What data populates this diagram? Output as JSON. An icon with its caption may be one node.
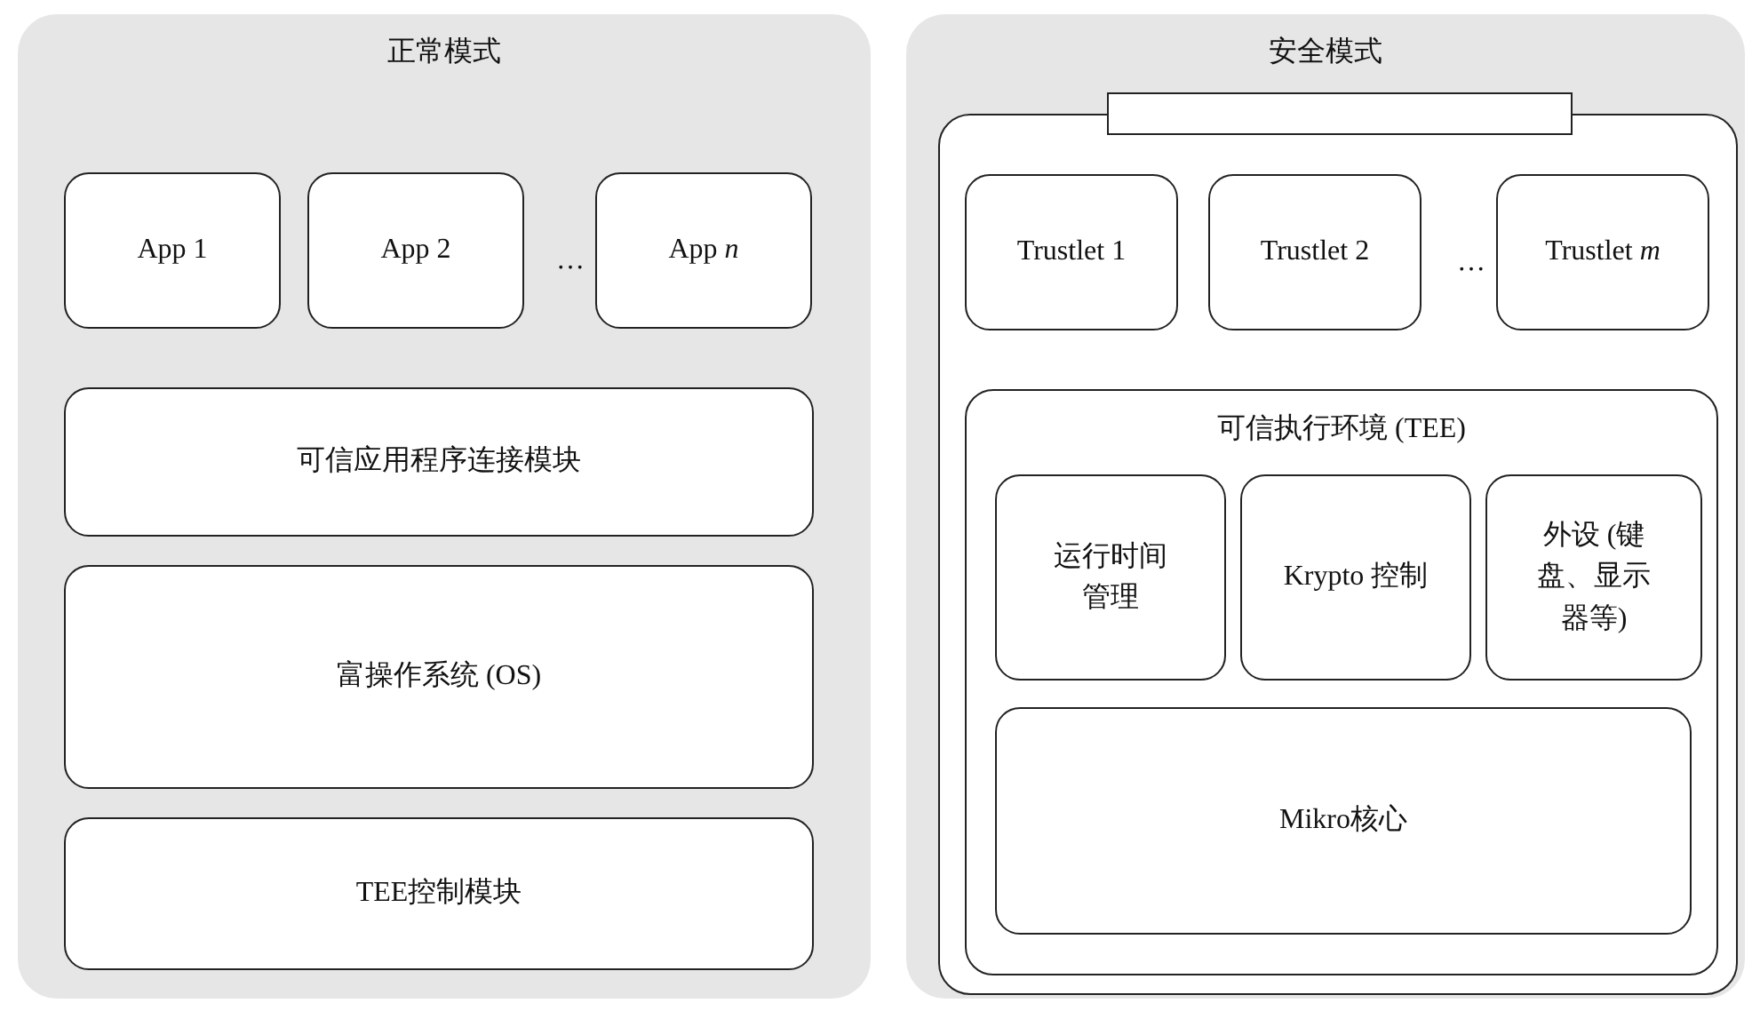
{
  "diagram": {
    "nodes": [
      {
        "text": [
          "正常模式"
        ]
      },
      {
        "text": [
          "App 1"
        ],
        "in": 0
      },
      {
        "text": [
          "App 2"
        ],
        "in": 0
      },
      {
        "text": [
          "App *n*"
        ],
        "in": 0
      },
      {
        "text": [
          "可信应用程序连接模块"
        ],
        "in": 0
      },
      {
        "text": [
          "富操作系统 (OS)"
        ],
        "in": 0
      },
      {
        "text": [
          "TEE控制模块"
        ],
        "in": 0
      },
      {
        "text": [
          "安全模式"
        ]
      },
      {
        "text": [],
        "shape": "box",
        "in": 7
      },
      {
        "text": [],
        "shape": "box",
        "in": 7
      },
      {
        "text": [
          "Trustlet 1"
        ],
        "in": 9
      },
      {
        "text": [
          "Trustlet 2"
        ],
        "in": 9
      },
      {
        "text": [
          "Trustlet *m*"
        ],
        "in": 9
      },
      {
        "text": [
          "可信执行环境 (TEE)"
        ],
        "in": 9
      },
      {
        "text": [
          "运行时间管理"
        ],
        "in": 13
      },
      {
        "text": [
          "Krypto 控制"
        ],
        "in": 13
      },
      {
        "text": [
          "外设 (键盘、显示器等)"
        ],
        "in": 13
      },
      {
        "text": [
          "Mikro核心"
        ],
        "in": 13
      }
    ],
    "labels": [
      "…",
      "…"
    ]
  }
}
